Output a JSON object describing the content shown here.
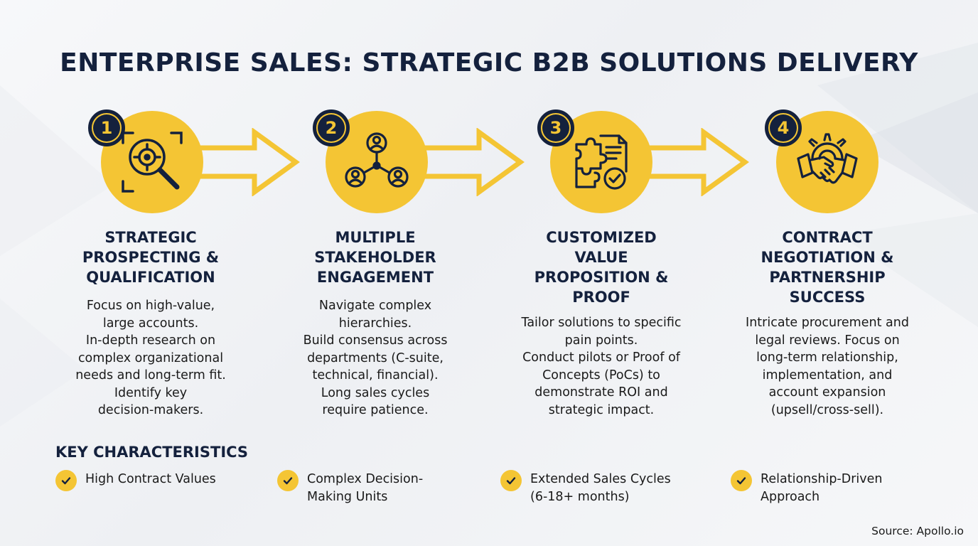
{
  "title": "ENTERPRISE SALES: STRATEGIC B2B SOLUTIONS DELIVERY",
  "colors": {
    "accent": "#f4c534",
    "navy": "#14213d"
  },
  "steps": [
    {
      "number": "1",
      "icon": "magnifier-target-icon",
      "title": "STRATEGIC\nPROSPECTING &\nQUALIFICATION",
      "description": "Focus on high-value,\nlarge accounts.\nIn-depth research on\ncomplex organizational\nneeds and long-term fit.\nIdentify key\ndecision-makers."
    },
    {
      "number": "2",
      "icon": "stakeholder-network-icon",
      "title": "MULTIPLE\nSTAKEHOLDER\nENGAGEMENT",
      "description": "Navigate complex\nhierarchies.\nBuild consensus across\ndepartments (C-suite,\ntechnical, financial).\nLong sales cycles\nrequire patience."
    },
    {
      "number": "3",
      "icon": "puzzle-document-check-icon",
      "title": "CUSTOMIZED\nVALUE\nPROPOSITION &\nPROOF",
      "description": "Tailor solutions to specific\npain points.\nConduct pilots or Proof of\nConcepts (PoCs) to\ndemonstrate ROI and\nstrategic impact."
    },
    {
      "number": "4",
      "icon": "handshake-gear-icon",
      "title": "CONTRACT\nNEGOTIATION &\nPARTNERSHIP\nSUCCESS",
      "description": "Intricate procurement and\nlegal reviews. Focus on\nlong-term relationship,\nimplementation, and\naccount expansion\n(upsell/cross-sell)."
    }
  ],
  "key_characteristics": {
    "heading": "KEY CHARACTERISTICS",
    "items": [
      "High Contract Values",
      "Complex Decision-\nMaking Units",
      "Extended Sales Cycles\n(6-18+ months)",
      "Relationship-Driven\nApproach"
    ]
  },
  "source": "Source: Apollo.io"
}
